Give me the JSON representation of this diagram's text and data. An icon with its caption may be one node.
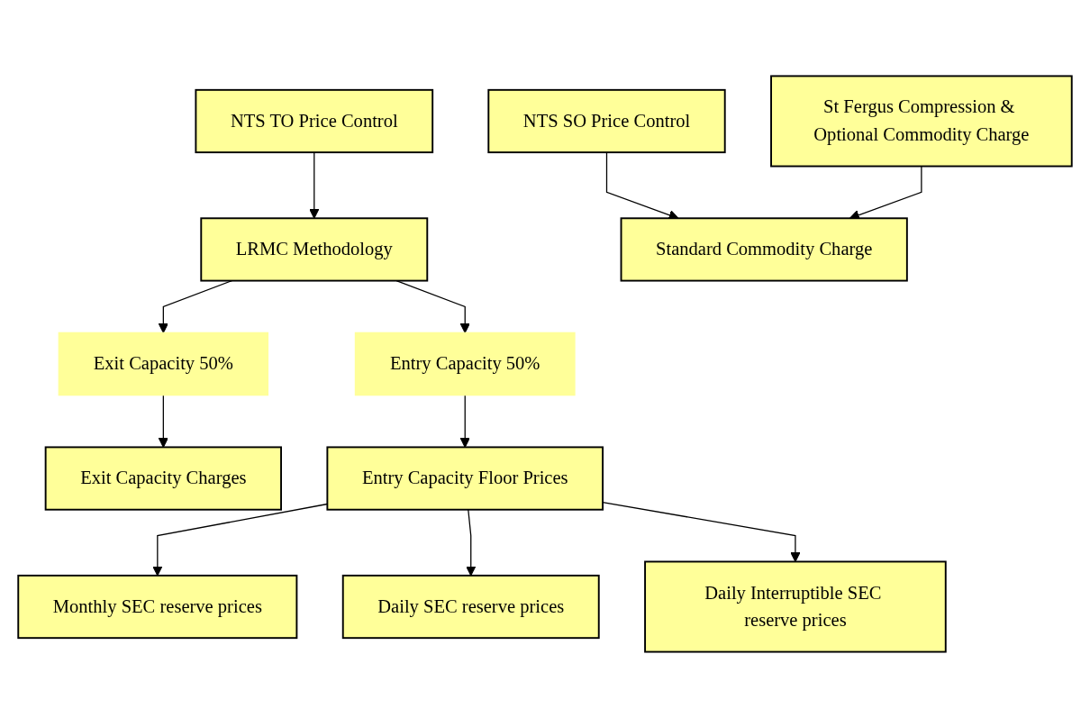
{
  "diagram": {
    "nodes": [
      {
        "text": [
          "NTS TO Price Control"
        ]
      },
      {
        "text": [
          "LRMC Methodology"
        ]
      },
      {
        "text": [
          "Exit Capacity 50%"
        ]
      },
      {
        "text": [
          "Entry Capacity 50%"
        ]
      },
      {
        "text": [
          "Exit Capacity Charges"
        ]
      },
      {
        "text": [
          "Entry Capacity Floor Prices"
        ]
      },
      {
        "text": [
          "Monthly SEC reserve prices"
        ]
      },
      {
        "text": [
          "Daily SEC reserve prices"
        ]
      },
      {
        "text": [
          "Daily Interruptible SEC reserve prices"
        ]
      },
      {
        "text": [
          "NTS SO Price Control"
        ]
      },
      {
        "text": [
          "St Fergus Compression & Optional Commodity Charge"
        ]
      },
      {
        "text": [
          "Standard Commodity Charge"
        ]
      }
    ],
    "edges": [
      {
        "from": 0,
        "to": 1,
        "arrow": "to"
      },
      {
        "from": 1,
        "to": 2,
        "arrow": "to"
      },
      {
        "from": 1,
        "to": 3,
        "arrow": "to"
      },
      {
        "from": 2,
        "to": 4,
        "arrow": "to"
      },
      {
        "from": 3,
        "to": 5,
        "arrow": "to"
      },
      {
        "from": 5,
        "to": 6,
        "arrow": "to"
      },
      {
        "from": 5,
        "to": 7,
        "arrow": "to"
      },
      {
        "from": 5,
        "to": 8,
        "arrow": "to"
      },
      {
        "from": 9,
        "to": 11,
        "arrow": "to"
      },
      {
        "from": 10,
        "to": 11,
        "arrow": "to"
      }
    ]
  }
}
